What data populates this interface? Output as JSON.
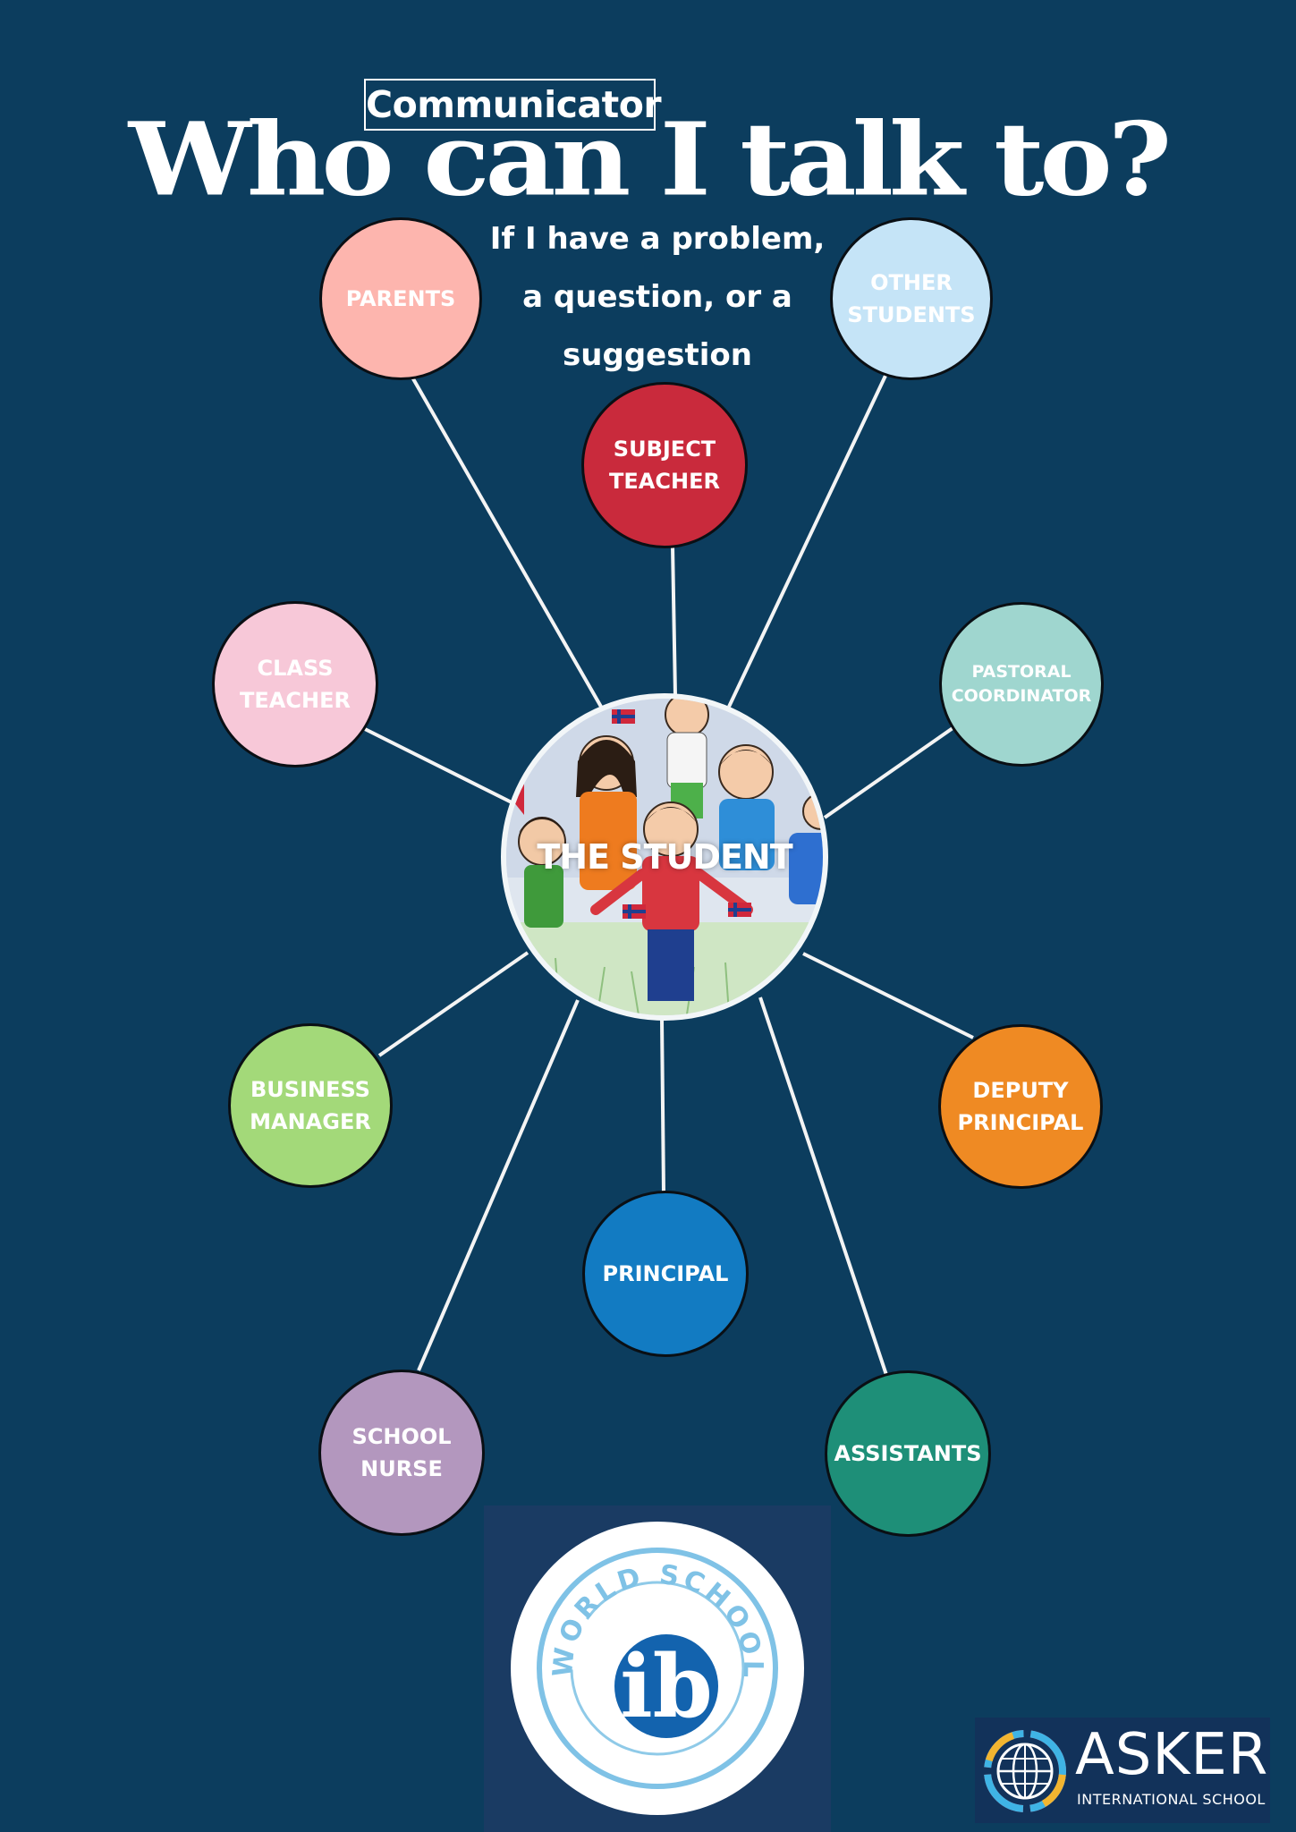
{
  "header": {
    "tag": "Communicator",
    "title": "Who can I talk to?",
    "subtitle_lines": [
      "If I have a problem,",
      "a question, or a",
      "suggestion"
    ]
  },
  "center": {
    "label": "THE STUDENT"
  },
  "nodes": [
    {
      "id": "parents",
      "label": "PARENTS",
      "color": "#fdb5ae"
    },
    {
      "id": "other-students",
      "label": "OTHER\nSTUDENTS",
      "color": "#c5e4f7"
    },
    {
      "id": "subject-teacher",
      "label": "SUBJECT\nTEACHER",
      "color": "#c92a3c"
    },
    {
      "id": "class-teacher",
      "label": "CLASS\nTEACHER",
      "color": "#f7c8d8"
    },
    {
      "id": "pastoral-coordinator",
      "label": "PASTORAL\nCOORDINATOR",
      "color": "#9fd6cf"
    },
    {
      "id": "business-manager",
      "label": "BUSINESS\nMANAGER",
      "color": "#a3d979"
    },
    {
      "id": "deputy-principal",
      "label": "DEPUTY\nPRINCIPAL",
      "color": "#ef8a23"
    },
    {
      "id": "principal",
      "label": "PRINCIPAL",
      "color": "#127bc2"
    },
    {
      "id": "school-nurse",
      "label": "SCHOOL\nNURSE",
      "color": "#b397be"
    },
    {
      "id": "assistants",
      "label": "ASSISTANTS",
      "color": "#1e8f78"
    }
  ],
  "logos": {
    "ib": {
      "ring_text": "WORLD SCHOOL",
      "mark": "ib"
    },
    "asker": {
      "name": "ASKER",
      "subtitle": "INTERNATIONAL SCHOOL"
    }
  },
  "colors": {
    "background": "#0c3d5e",
    "connector": "#f4f4f4"
  }
}
